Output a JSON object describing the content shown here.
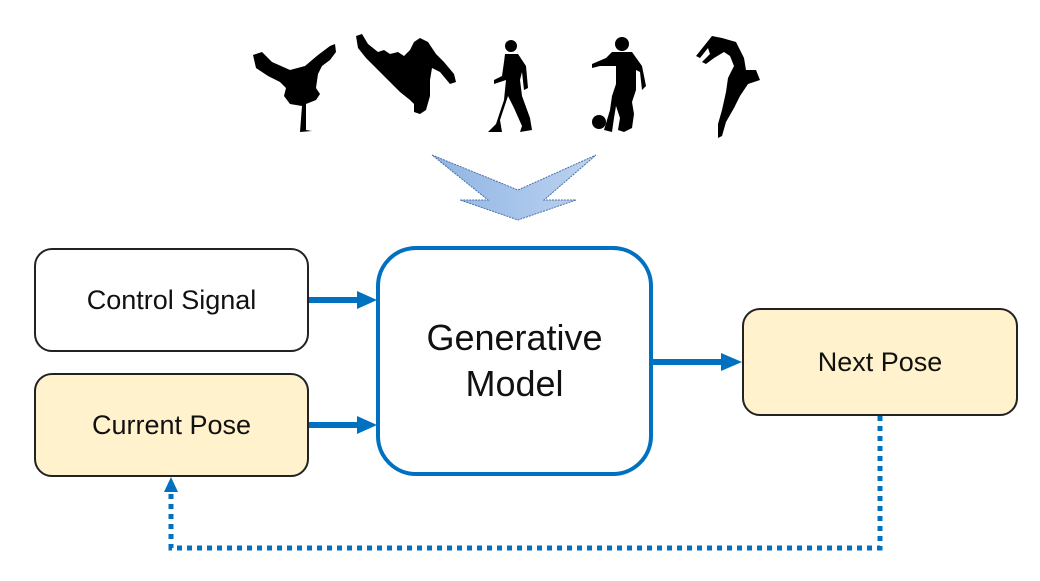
{
  "diagram": {
    "silhouettes": [
      {
        "name": "breakdancer",
        "label": "breakdance-silhouette-icon"
      },
      {
        "name": "kicker",
        "label": "flying-kick-silhouette-icon"
      },
      {
        "name": "walker",
        "label": "walking-man-silhouette-icon"
      },
      {
        "name": "soccer-player",
        "label": "soccer-player-silhouette-icon"
      },
      {
        "name": "dancer",
        "label": "dancer-silhouette-icon"
      }
    ],
    "nodes": {
      "control_signal": "Control Signal",
      "current_pose": "Current Pose",
      "model_line1": "Generative",
      "model_line2": "Model",
      "next_pose": "Next Pose"
    },
    "edges": [
      {
        "from": "Control Signal",
        "to": "Generative Model",
        "style": "solid"
      },
      {
        "from": "Current Pose",
        "to": "Generative Model",
        "style": "solid"
      },
      {
        "from": "Generative Model",
        "to": "Next Pose",
        "style": "solid"
      },
      {
        "from": "Next Pose",
        "to": "Current Pose",
        "style": "dotted"
      }
    ],
    "colors": {
      "accent_blue": "#0070c0",
      "pose_fill": "#fff2cc",
      "funnel_arrow": "#9dc3e6"
    }
  }
}
